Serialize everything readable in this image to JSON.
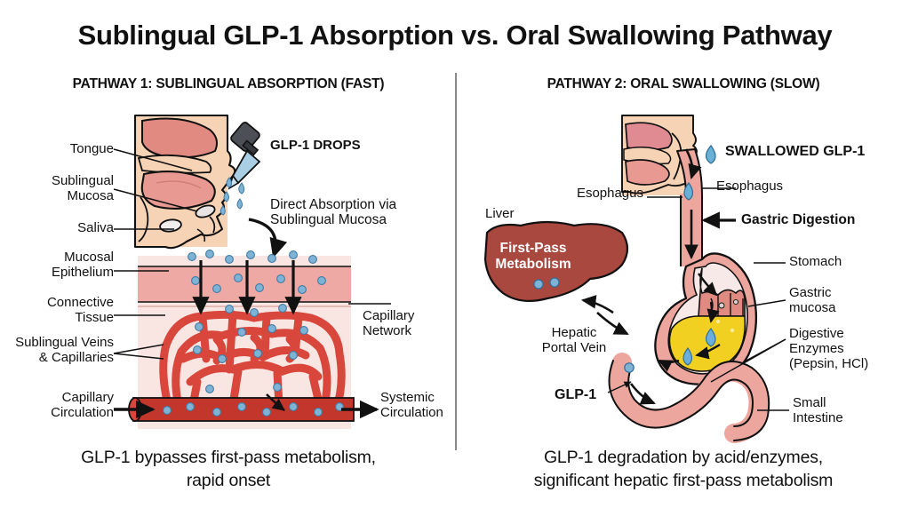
{
  "title": "Sublingual GLP-1 Absorption vs. Oral Swallowing Pathway",
  "divider": {
    "color": "#8a8a8a"
  },
  "panels": {
    "left": {
      "header": "PATHWAY 1: SUBLINGUAL ABSORPTION (FAST)",
      "caption": "GLP-1 bypasses first-pass metabolism,\nrapid onset",
      "labels": {
        "tongue": "Tongue",
        "sublingual_mucosa": "Sublingual\nMucosa",
        "saliva": "Saliva",
        "glp1_drops": "GLP-1 DROPS",
        "direct_absorption": "Direct Absorption via\nSublingual Mucosa",
        "mucosal_epithelium": "Mucosal\nEpithelium",
        "connective_tissue": "Connective\nTissue",
        "sublingual_veins": "Sublingual Veins\n& Capillaries",
        "capillary_circulation": "Capillary\nCirculation",
        "capillary_network": "Capillary\nNetwork",
        "systemic_circulation": "Systemic\nCirculation"
      }
    },
    "right": {
      "header": "PATHWAY 2: ORAL SWALLOWING (SLOW)",
      "caption": "GLP-1 degradation by acid/enzymes,\nsignificant hepatic first-pass metabolism",
      "labels": {
        "swallowed_glp1": "SWALLOWED GLP-1",
        "esophagus_left": "Esophagus",
        "esophagus_right": "Esophagus",
        "gastric_digestion": "Gastric Digestion",
        "liver": "Liver",
        "first_pass_metabolism": "First-Pass\nMetabolism",
        "hepatic_portal_vein": "Hepatic\nPortal Vein",
        "glp1": "GLP-1",
        "stomach": "Stomach",
        "gastric_mucosa": "Gastric\nmucosa",
        "digestive_enzymes": "Digestive\nEnzymes\n(Pepsin, HCl)",
        "small_intestine": "Small\nIntestine"
      }
    }
  },
  "colors": {
    "vessel_red": "#d8463c",
    "vessel_dark_red": "#c3362c",
    "tissue_pink": "#f3d7d3",
    "epithelium_pink": "#efa9a4",
    "skin_peach": "#f7d3b6",
    "mouth_pink": "#e89a92",
    "liver_brown": "#a8483f",
    "gastric_yellow": "#f2d022",
    "molecule_blue": "#7fb3d5",
    "dropper_gray": "#4c5056",
    "outline": "#111111"
  }
}
